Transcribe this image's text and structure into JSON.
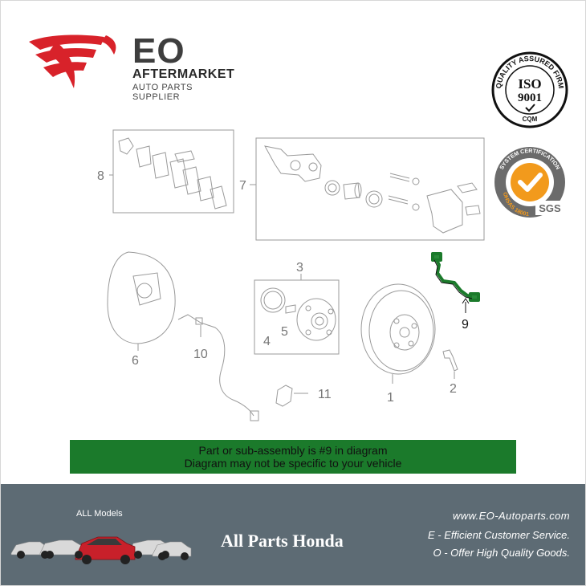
{
  "logo": {
    "brand": "EO",
    "line1": "AFTERMARKET",
    "line2": "AUTO PARTS SUPPLIER",
    "accent_color": "#d8222a"
  },
  "badges": {
    "iso": {
      "arc_text": "QUALITY ASSURED FIRM",
      "main1": "ISO",
      "main2": "9001",
      "bottom": "CQM"
    },
    "sgs": {
      "arc_text": "SYSTEM CERTIFICATION",
      "arc_bottom": "OHSAS 18001",
      "mark": "SGS",
      "accent_color": "#f29a1c"
    }
  },
  "diagram": {
    "callouts": [
      "1",
      "2",
      "3",
      "4",
      "5",
      "6",
      "7",
      "8",
      "9",
      "10",
      "11"
    ],
    "highlight_color": "#1b7a2b"
  },
  "caption": {
    "line1": "Part or sub-assembly is #9 in diagram",
    "line2": "Diagram may not be specific to your vehicle",
    "bg_color": "#1b7a2b"
  },
  "footer": {
    "all_models": "ALL Models",
    "title": "All Parts Honda",
    "url": "www.EO-Autoparts.com",
    "slogan1": "E - Efficient Customer Service.",
    "slogan2": "O - Offer High Quality Goods.",
    "bg_color": "#5d6b74"
  }
}
